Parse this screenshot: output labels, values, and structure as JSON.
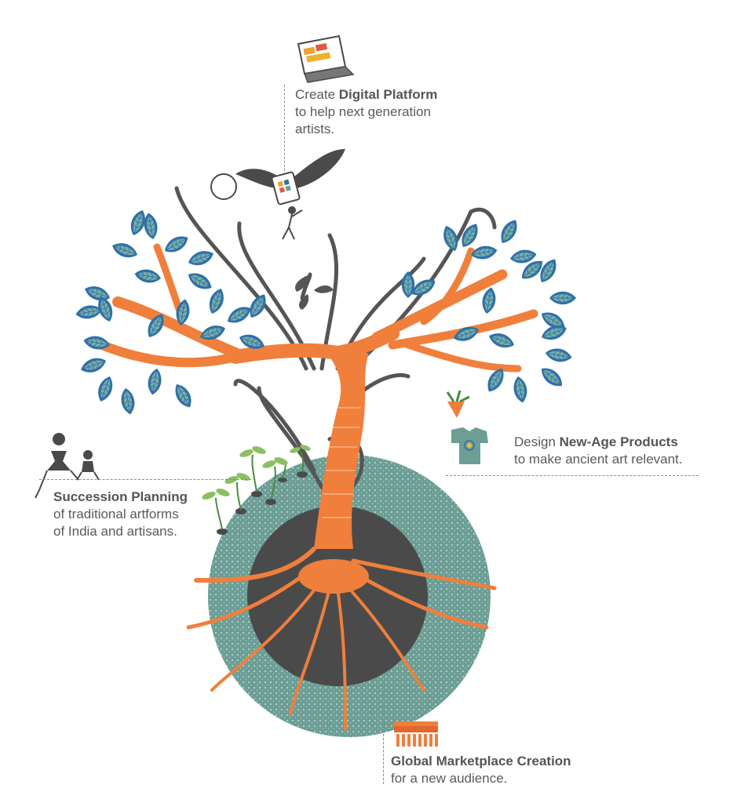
{
  "digital": {
    "pre": "Create ",
    "bold": "Digital Platform",
    "line2": "to help next generation",
    "line3": "artists."
  },
  "products": {
    "pre": "Design ",
    "bold": "New-Age Products",
    "line2": "to make ancient art relevant."
  },
  "succession": {
    "bold": "Succession Planning",
    "line2": "of traditional artforms",
    "line3": "of India and artisans."
  },
  "marketplace": {
    "bold": "Global Marketplace Creation",
    "line2": "for a new audience."
  },
  "colors": {
    "orange": "#f07f3c",
    "leaf": "#2e6fa8",
    "leaf_vein": "#6fa8a0",
    "teal": "#6c9e95",
    "dark": "#4a4a4a",
    "branch": "#555555"
  },
  "icons": [
    "laptop-icon",
    "flying-figure-icon",
    "sun-icon",
    "tshirt-icon",
    "carrot-icon",
    "seedling-icon",
    "artisan-figures-icon",
    "market-stall-icon"
  ]
}
